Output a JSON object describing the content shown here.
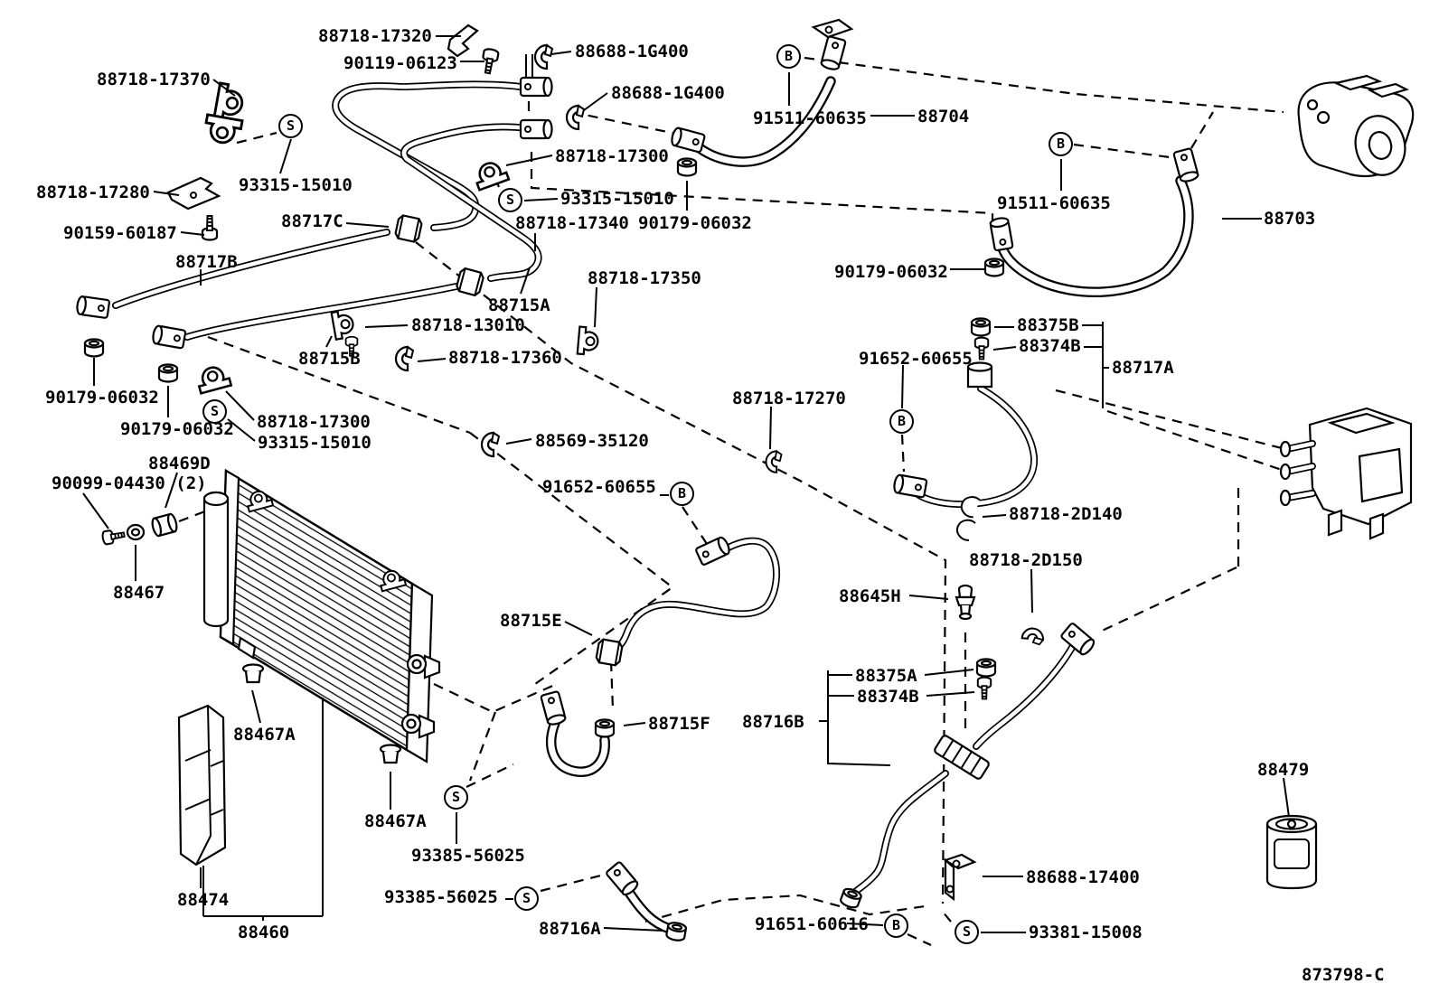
{
  "labels": [
    {
      "text": "88718-17320"
    },
    {
      "text": "90119-06123"
    },
    {
      "text": "88688-1G400"
    },
    {
      "text": "88688-1G400"
    },
    {
      "text": "88718-17370"
    },
    {
      "text": "93315-15010"
    },
    {
      "text": "88718-17280"
    },
    {
      "text": "90159-60187"
    },
    {
      "text": "88717C"
    },
    {
      "text": "88717B"
    },
    {
      "text": "88718-17300"
    },
    {
      "text": "93315-15010"
    },
    {
      "text": "88718-17340"
    },
    {
      "text": "90179-06032"
    },
    {
      "text": "91511-60635"
    },
    {
      "text": "88704"
    },
    {
      "text": "91511-60635"
    },
    {
      "text": "88703"
    },
    {
      "text": "90179-06032"
    },
    {
      "text": "88718-17350"
    },
    {
      "text": "88715A"
    },
    {
      "text": "88718-13010"
    },
    {
      "text": "88715B"
    },
    {
      "text": "88718-17360"
    },
    {
      "text": "90179-06032"
    },
    {
      "text": "90179-06032"
    },
    {
      "text": "88718-17300"
    },
    {
      "text": "93315-15010"
    },
    {
      "text": "88469D"
    },
    {
      "text": "90099-04430 (2)"
    },
    {
      "text": "88467"
    },
    {
      "text": "88569-35120"
    },
    {
      "text": "91652-60655"
    },
    {
      "text": "88718-17270"
    },
    {
      "text": "91652-60655"
    },
    {
      "text": "88375B"
    },
    {
      "text": "88374B"
    },
    {
      "text": "88717A"
    },
    {
      "text": "88718-2D140"
    },
    {
      "text": "88718-2D150"
    },
    {
      "text": "88645H"
    },
    {
      "text": "88715E"
    },
    {
      "text": "88715F"
    },
    {
      "text": "88375A"
    },
    {
      "text": "88374B"
    },
    {
      "text": "88716B"
    },
    {
      "text": "88467A"
    },
    {
      "text": "88467A"
    },
    {
      "text": "93385-56025"
    },
    {
      "text": "93385-56025"
    },
    {
      "text": "88474"
    },
    {
      "text": "88460"
    },
    {
      "text": "88716A"
    },
    {
      "text": "91651-60616"
    },
    {
      "text": "88688-17400"
    },
    {
      "text": "93381-15008"
    },
    {
      "text": "88479"
    }
  ],
  "markers": [
    {
      "letter": "S"
    },
    {
      "letter": "S"
    },
    {
      "letter": "B"
    },
    {
      "letter": "B"
    },
    {
      "letter": "S"
    },
    {
      "letter": "B"
    },
    {
      "letter": "B"
    },
    {
      "letter": "S"
    },
    {
      "letter": "S"
    },
    {
      "letter": "B"
    },
    {
      "letter": "S"
    }
  ],
  "footer": {
    "code": "873798-C"
  }
}
